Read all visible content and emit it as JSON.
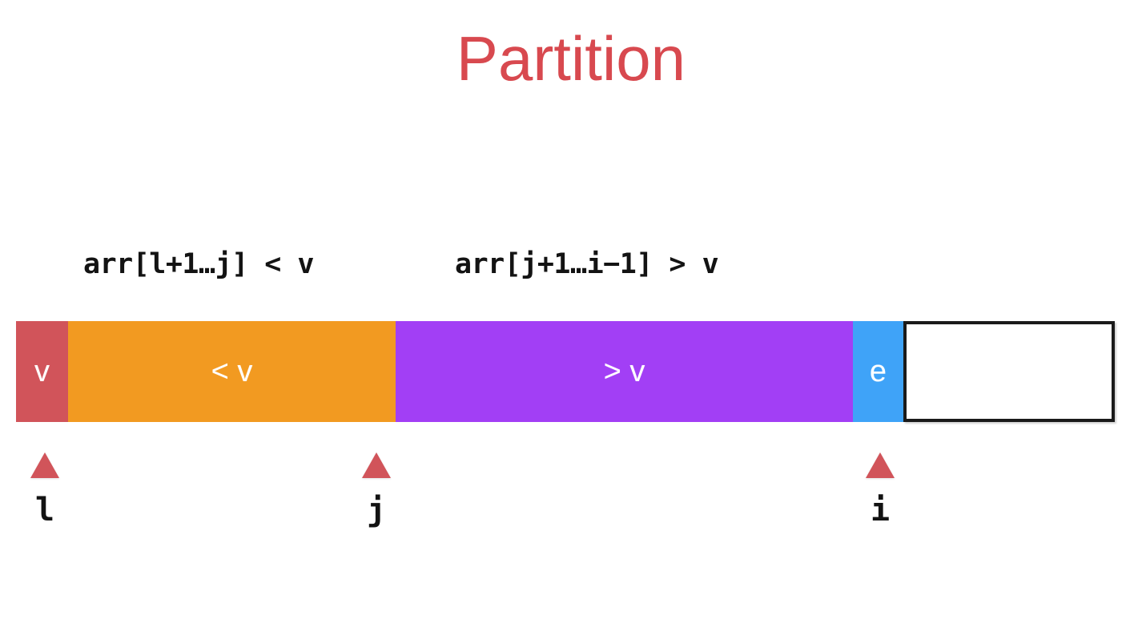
{
  "slide": {
    "title": "Partition",
    "title_color": "#d8494f",
    "background": "#ffffff"
  },
  "annotations": [
    {
      "id": "left-invariant",
      "text": "arr[l+1…j] < v"
    },
    {
      "id": "right-invariant",
      "text": "arr[j+1…i−1] > v"
    }
  ],
  "array_bar": {
    "segments": [
      {
        "id": "pivot",
        "label": "v",
        "color": "#d1545a",
        "text_color": "#ffffff"
      },
      {
        "id": "less",
        "label": "< v",
        "color": "#f29a21",
        "text_color": "#ffffff"
      },
      {
        "id": "greater",
        "label": "> v",
        "color": "#a23ff5",
        "text_color": "#ffffff"
      },
      {
        "id": "current",
        "label": "e",
        "color": "#3fa3f8",
        "text_color": "#ffffff"
      },
      {
        "id": "unseen",
        "label": "",
        "color": "#ffffff",
        "text_color": "#1a1a1a"
      }
    ]
  },
  "markers": [
    {
      "id": "l",
      "label": "l",
      "color": "#d1545a"
    },
    {
      "id": "j",
      "label": "j",
      "color": "#d1545a"
    },
    {
      "id": "i",
      "label": "i",
      "color": "#d1545a"
    }
  ]
}
